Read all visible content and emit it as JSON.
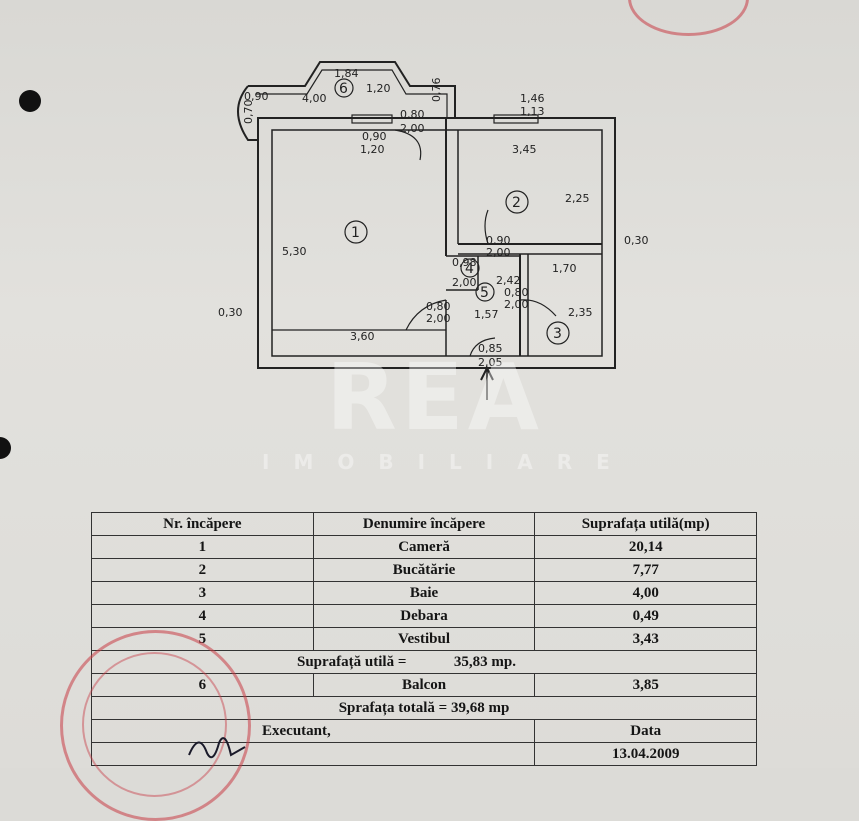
{
  "plan": {
    "rooms": [
      "1",
      "2",
      "3",
      "4",
      "5",
      "6"
    ],
    "dimensions": {
      "balcony_top": "1,84",
      "balcony_left": "0,90",
      "balcony_width": "4,00",
      "balcony_right": "1,20",
      "balcony_side": "0,70",
      "balcony_side_r": "0,76",
      "window1_a": "0,90",
      "window1_b": "1,20",
      "door1_a": "0,80",
      "door1_b": "2,00",
      "window2_a": "1,46",
      "window2_b": "1,13",
      "kitchen_width": "3,45",
      "kitchen_height": "2,25",
      "wall_right": "0,30",
      "room1_height": "5,30",
      "door2_a": "0,90",
      "door2_b": "2,00",
      "bath_width": "1,70",
      "storage_a": "0,98",
      "storage_b": "2,00",
      "hall_a": "2,42",
      "door3_a": "0,80",
      "door3_b": "2,00",
      "door4_a": "0,80",
      "door4_b": "2,00",
      "bath_height": "2,35",
      "hall_b": "1,57",
      "wall_left": "0,30",
      "room1_width": "3,60",
      "entry_a": "0,85",
      "entry_b": "2,05"
    }
  },
  "watermark": {
    "brand": "REA",
    "sub": "IMOBILIARE"
  },
  "table": {
    "headers": [
      "Nr. încăpere",
      "Denumire încăpere",
      "Suprafața utilă(mp)"
    ],
    "rows": [
      {
        "nr": "1",
        "name": "Cameră",
        "area": "20,14"
      },
      {
        "nr": "2",
        "name": "Bucătărie",
        "area": "7,77"
      },
      {
        "nr": "3",
        "name": "Baie",
        "area": "4,00"
      },
      {
        "nr": "4",
        "name": "Debara",
        "area": "0,49"
      },
      {
        "nr": "5",
        "name": "Vestibul",
        "area": "3,43"
      }
    ],
    "subtotal_label": "Suprafață utilă =",
    "subtotal_value": "35,83",
    "subtotal_unit": "mp.",
    "balcony": {
      "nr": "6",
      "name": "Balcon",
      "area": "3,85"
    },
    "total": "Sprafața totală = 39,68 mp",
    "executant_label": "Executant,",
    "date_label": "Data",
    "date_value": "13.04.2009"
  },
  "colors": {
    "ink": "#222222",
    "stamp": "#c83c46",
    "paper": "#dcdbd7"
  }
}
